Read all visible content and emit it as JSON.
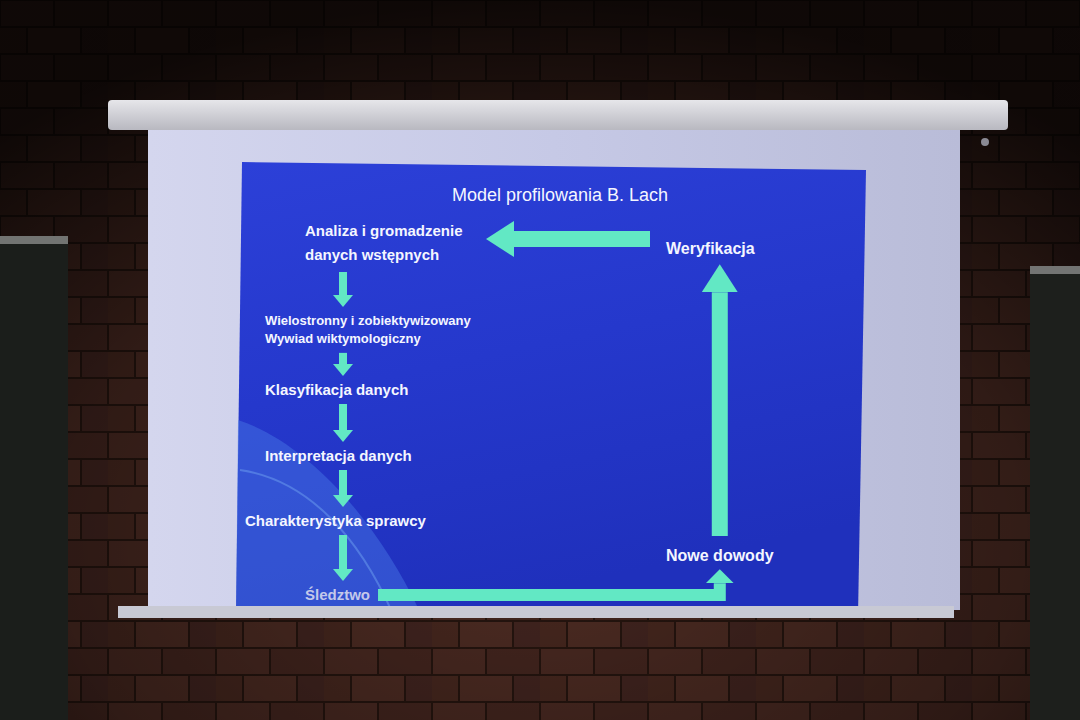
{
  "diagram": {
    "title": "Model profilowania B. Lach",
    "nodes": [
      {
        "text": [
          "Analiza i gromadzenie danych wstępnych"
        ]
      },
      {
        "text": [
          "Wielostronny i zobiektywizowany Wywiad wiktymologiczny"
        ]
      },
      {
        "text": [
          "Klasyfikacja danych"
        ]
      },
      {
        "text": [
          "Interpretacja danych"
        ]
      },
      {
        "text": [
          "Charakterystyka sprawcy"
        ]
      },
      {
        "text": [
          "Śledztwo"
        ]
      },
      {
        "text": [
          "Nowe dowody"
        ]
      },
      {
        "text": [
          "Weryfikacja"
        ]
      }
    ],
    "edges": [
      {
        "from": 0,
        "to": 1,
        "arrow": "to"
      },
      {
        "from": 1,
        "to": 2,
        "arrow": "to"
      },
      {
        "from": 2,
        "to": 3,
        "arrow": "to"
      },
      {
        "from": 3,
        "to": 4,
        "arrow": "to"
      },
      {
        "from": 4,
        "to": 5,
        "arrow": "to"
      },
      {
        "from": 5,
        "to": 6,
        "arrow": "to"
      },
      {
        "from": 6,
        "to": 7,
        "arrow": "to"
      },
      {
        "from": 7,
        "to": 0,
        "arrow": "to"
      }
    ]
  }
}
